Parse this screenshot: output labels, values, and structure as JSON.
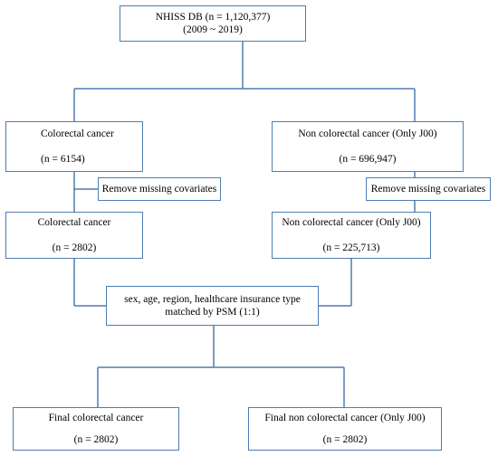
{
  "boxes": {
    "source": {
      "line1": "NHISS DB (n = 1,120,377)",
      "line2": "(2009 ~ 2019)"
    },
    "crc_initial": {
      "line1": "Colorectal cancer",
      "line2": "(n = 6154)"
    },
    "non_crc_initial": {
      "line1": "Non colorectal cancer (Only J00)",
      "line2": "(n = 696,947)"
    },
    "remove_left": {
      "line1": "Remove missing covariates"
    },
    "remove_right": {
      "line1": "Remove missing covariates"
    },
    "crc_after": {
      "line1": "Colorectal cancer",
      "line2": "(n = 2802)"
    },
    "non_crc_after": {
      "line1": "Non colorectal cancer (Only J00)",
      "line2": "(n = 225,713)"
    },
    "matching": {
      "line1": "sex, age, region, healthcare insurance type",
      "line2": "matched by PSM (1:1)"
    },
    "final_crc": {
      "line1": "Final colorectal cancer",
      "line2": "(n = 2802)"
    },
    "final_non_crc": {
      "line1": "Final non colorectal cancer (Only J00)",
      "line2": "(n = 2802)"
    }
  },
  "colors": {
    "border": "#4f7cb0",
    "connector": "#4f7cb0"
  }
}
